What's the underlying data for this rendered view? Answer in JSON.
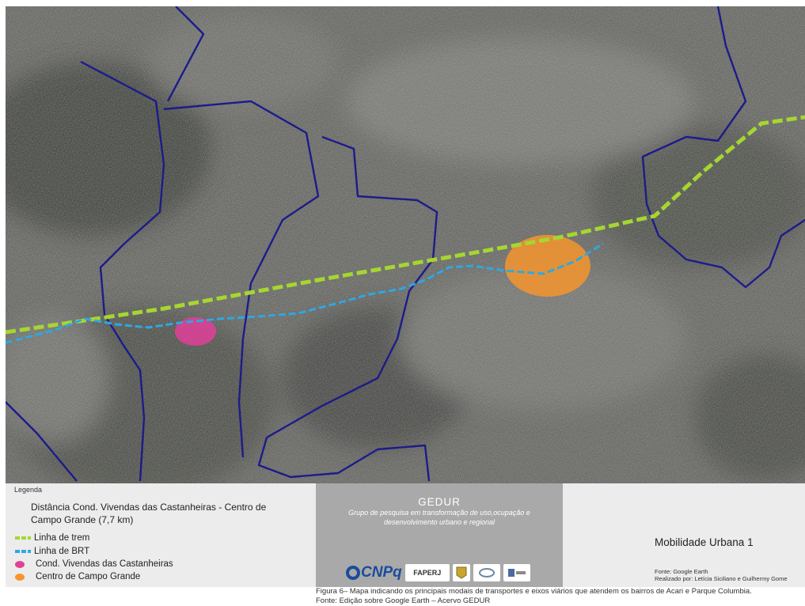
{
  "colors": {
    "train_line": "#a6d630",
    "brt_line": "#2ea8e0",
    "boundary": "#1c1c8a",
    "condominium": "#e0409a",
    "campo_grande": "#f5952e"
  },
  "legend": {
    "title": "Legenda",
    "distance": "Distância Cond. Vivendas das Castanheiras - Centro de Campo Grande  (7,7 km)",
    "items": [
      {
        "label": "Linha de trem",
        "kind": "dash",
        "color": "#a6d630"
      },
      {
        "label": "Linha de BRT",
        "kind": "dash",
        "color": "#2ea8e0"
      },
      {
        "label": "Cond. Vivendas das Castanheiras",
        "kind": "dot",
        "color": "#e0409a"
      },
      {
        "label": "Centro de Campo Grande",
        "kind": "dot",
        "color": "#f5952e"
      }
    ]
  },
  "gedur": {
    "title": "GEDUR",
    "subtitle": "Grupo de pesquisa em transformação de uso,ocupação e desenvolvimento urbano e regional",
    "logos": [
      "CNPq",
      "FAPERJ"
    ]
  },
  "title_panel": {
    "title": "Mobilidade Urbana 1",
    "credit_source": "Fonte: Google Earth",
    "credit_authors": "Realizado por: Letícia Siciliano e Guilhermy Gome"
  },
  "caption": {
    "line1": "Figura 6– Mapa indicando os principais modais de transportes e eixos viários que atendem os bairros de Acari e Parque Columbia.",
    "line2": "Fonte: Edição sobre Google Earth – Acervo GEDUR"
  }
}
